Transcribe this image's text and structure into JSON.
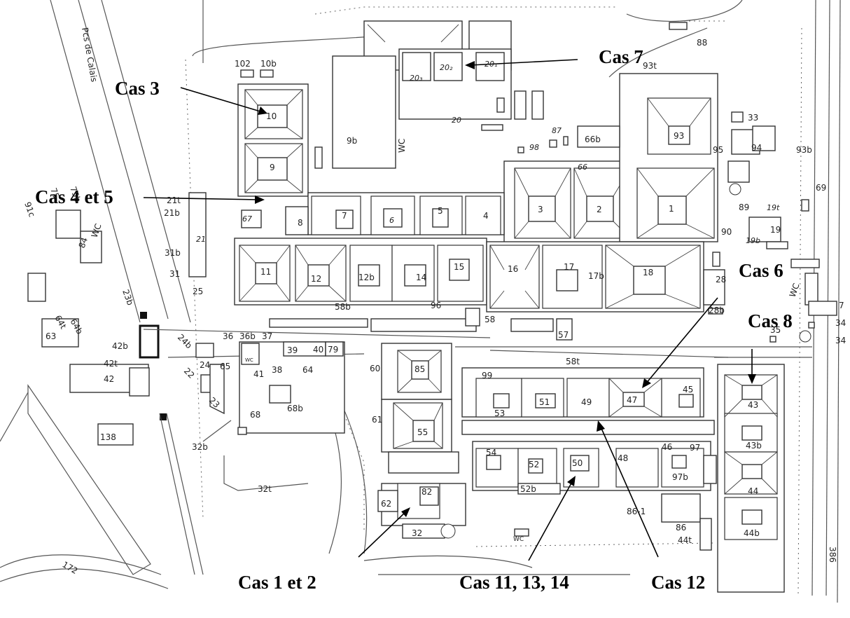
{
  "map": {
    "street_label": "Pcs de Calais",
    "callouts": [
      {
        "id": "cas7",
        "text": "Cas 7"
      },
      {
        "id": "cas3",
        "text": "Cas 3"
      },
      {
        "id": "cas45",
        "text": "Cas 4 et 5"
      },
      {
        "id": "cas6",
        "text": "Cas 6"
      },
      {
        "id": "cas8",
        "text": "Cas 8"
      },
      {
        "id": "cas12a",
        "text": "Cas 1 et 2"
      },
      {
        "id": "cas111314",
        "text": "Cas 11, 13, 14"
      },
      {
        "id": "cas12",
        "text": "Cas 12"
      }
    ],
    "labels": {
      "b1": "1",
      "b2": "2",
      "b3": "3",
      "b4": "4",
      "b5": "5",
      "b6": "6",
      "b7": "7",
      "b8": "8",
      "b9": "9",
      "b9b": "9b",
      "b10": "10",
      "b10b": "10b",
      "b11": "11",
      "b12": "12",
      "b12b": "12b",
      "b14": "14",
      "b15": "15",
      "b16": "16",
      "b17": "17",
      "b17b": "17b",
      "b18": "18",
      "b19": "19",
      "b19t": "19t",
      "b19b": "19b",
      "b20": "20",
      "b20_1": "20₁",
      "b20_2": "20₂",
      "b20_3": "20₃",
      "b21": "21",
      "b21t": "21t",
      "b21b": "21b",
      "b22": "22",
      "b23": "23",
      "b23b": "23b",
      "b24": "24",
      "b24b": "24b",
      "b25": "25",
      "b28": "28",
      "b28b": "28b",
      "b31": "31",
      "b31b": "31b",
      "b32": "32",
      "b32b": "32b",
      "b32t": "32t",
      "b33": "33",
      "b34": "34",
      "b34b": "34",
      "b35": "35",
      "b36": "36",
      "b36b": "36b",
      "b37": "37",
      "b38": "38",
      "b39": "39",
      "b40": "40",
      "b41": "41",
      "b42": "42",
      "b42b": "42b",
      "b42t": "42t",
      "b43": "43",
      "b43b": "43b",
      "b44": "44",
      "b44b": "44b",
      "b44t": "44t",
      "b45": "45",
      "b46": "46",
      "b47": "47",
      "b48": "48",
      "b49": "49",
      "b50": "50",
      "b51": "51",
      "b52": "52",
      "b52b": "52b",
      "b53": "53",
      "b54": "54",
      "b55": "55",
      "b57": "57",
      "b58": "58",
      "b58b": "58b",
      "b58t": "58t",
      "b60": "60",
      "b61": "61",
      "b62": "62",
      "b63": "63",
      "b64": "64",
      "b64b": "64b",
      "b64t": "64t",
      "b65": "65",
      "b66": "66",
      "b66b": "66b",
      "b67": "67",
      "b68": "68",
      "b68b": "68b",
      "b69": "69",
      "b75": "75",
      "b75b": "75b",
      "b79": "79",
      "b82": "82",
      "b84": "84",
      "b85": "85",
      "b86": "86",
      "b86_1": "86-1",
      "b87": "87",
      "b88": "88",
      "b89": "89",
      "b90": "90",
      "b91c": "91c",
      "b93": "93",
      "b93b": "93b",
      "b93t": "93t",
      "b94": "94",
      "b95": "95",
      "b96": "96",
      "b97": "97",
      "b97b": "97b",
      "b98": "98",
      "b99": "99",
      "b102": "102",
      "b138": "138",
      "b172": "172",
      "b386": "386",
      "b7r": "7",
      "wc1": "WC",
      "wc2": "WC",
      "wc3": "WC",
      "wc4": "WC",
      "wc5": "WC"
    }
  }
}
